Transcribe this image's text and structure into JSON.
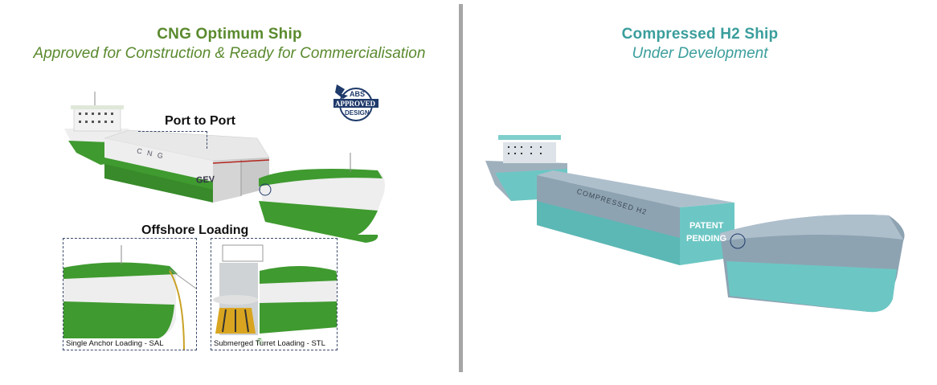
{
  "left_panel": {
    "title": "CNG Optimum Ship",
    "subtitle": "Approved for Construction & Ready for Commercialisation",
    "title_color": "#5a8a2e",
    "port_to_port_label": "Port to Port",
    "hull_text_cng": "C N G",
    "hull_text_gev": "GEV",
    "badge": {
      "line1": "ABS",
      "line2": "APPROVED",
      "line3": "DESIGN",
      "color": "#1f3a6b"
    },
    "offshore_label": "Offshore Loading",
    "insets": [
      {
        "caption": "Single Anchor Loading - SAL"
      },
      {
        "caption": "Submerged Turret Loading - STL"
      }
    ]
  },
  "right_panel": {
    "title": "Compressed H2 Ship",
    "subtitle": "Under Development",
    "title_color": "#3a9e9c",
    "hull_text": "COMPRESSED H2",
    "patent_line1": "PATENT",
    "patent_line2": "PENDING"
  },
  "colors": {
    "hull_green": "#3f9a2f",
    "hull_white": "#eeeeee",
    "hull_teal": "#6cc7c4",
    "hull_grey": "#9fb0bd",
    "divider": "#a6a6a6"
  }
}
